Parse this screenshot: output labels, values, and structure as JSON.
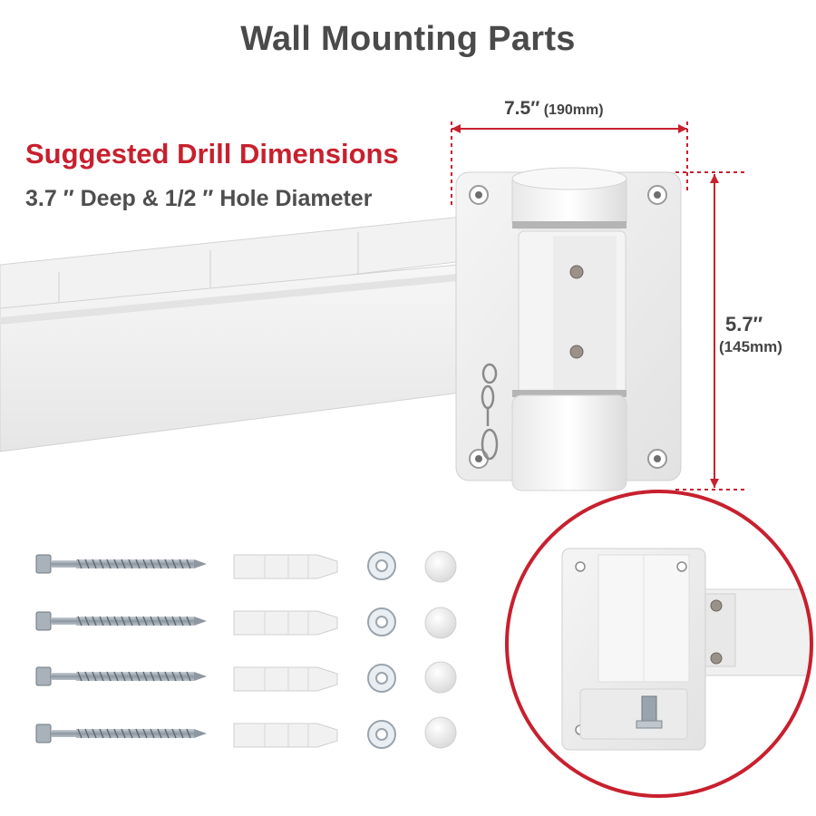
{
  "title": "Wall Mounting Parts",
  "drill": {
    "heading": "Suggested Drill Dimensions",
    "sub": "3.7 ″ Deep & 1/2 ″ Hole Diameter"
  },
  "dimensions": {
    "width_in": "7.5″",
    "width_mm": "(190mm)",
    "height_in": "5.7″",
    "height_mm": "(145mm)"
  },
  "colors": {
    "accent": "#c8202e",
    "text": "#4a4a4a",
    "hardware": "#9aa4ae",
    "plastic": "#f1f1f1"
  },
  "parts": {
    "screws": 4,
    "wall_anchors": 4,
    "washers": 4,
    "caps": 4
  },
  "icons": [
    "screw-icon",
    "wall-anchor-icon",
    "washer-icon",
    "cap-icon",
    "swivel-clip-icon"
  ]
}
